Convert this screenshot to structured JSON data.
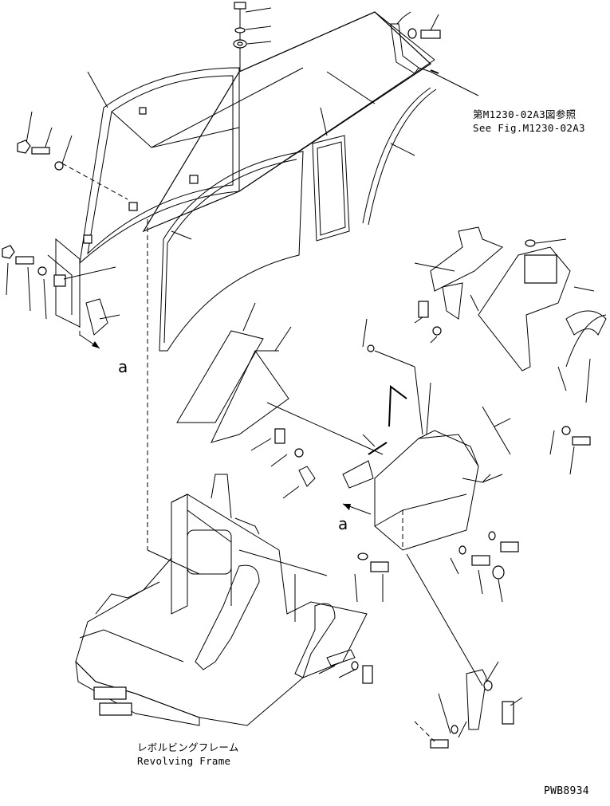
{
  "reference": {
    "jp": "第M1230-02A3図参照",
    "en": "See Fig.M1230-02A3"
  },
  "frame_label": {
    "jp": "レボルビングフレーム",
    "en": "Revolving Frame"
  },
  "view_labels": [
    "a",
    "a"
  ],
  "drawing_number": "PWB8934"
}
